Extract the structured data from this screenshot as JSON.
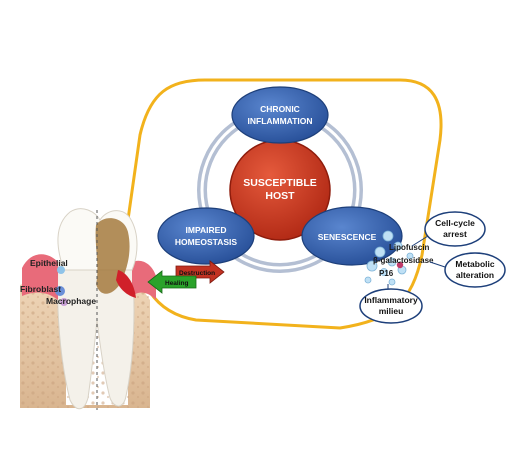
{
  "center": {
    "line1": "SUSCEPTIBLE",
    "line2": "HOST"
  },
  "nodes": {
    "chronic": {
      "line1": "CHRONIC",
      "line2": "INFLAMMATION"
    },
    "impaired": {
      "line1": "IMPAIRED",
      "line2": "HOMEOSTASIS"
    },
    "senescence": {
      "label": "SENESCENCE"
    }
  },
  "markers": {
    "lipofuscin": "Lipofuscin",
    "beta_gal": "β-galactosidase",
    "p16": "P16"
  },
  "outcomes": {
    "cell_cycle": {
      "line1": "Cell-cycle",
      "line2": "arrest"
    },
    "metabolic": {
      "line1": "Metabolic",
      "line2": "alteration"
    },
    "inflammatory": {
      "line1": "Inflammatory",
      "line2": "milieu"
    }
  },
  "arrows": {
    "destruction": "Destruction",
    "healing": "Healing"
  },
  "cells": {
    "epithelial": "Epithelial",
    "fibroblast": "Fibroblast",
    "macrophage": "Macrophage"
  },
  "colors": {
    "node_blue": "#2e5aa8",
    "center_red": "#c8321e",
    "callout_gold": "#f2b21c",
    "ring_gray": "#b4bfd3",
    "gum_pink": "#e86b7a",
    "bone": "#e6c7a4",
    "healing_green": "#2aa22a",
    "destruction_red": "#c23222"
  }
}
